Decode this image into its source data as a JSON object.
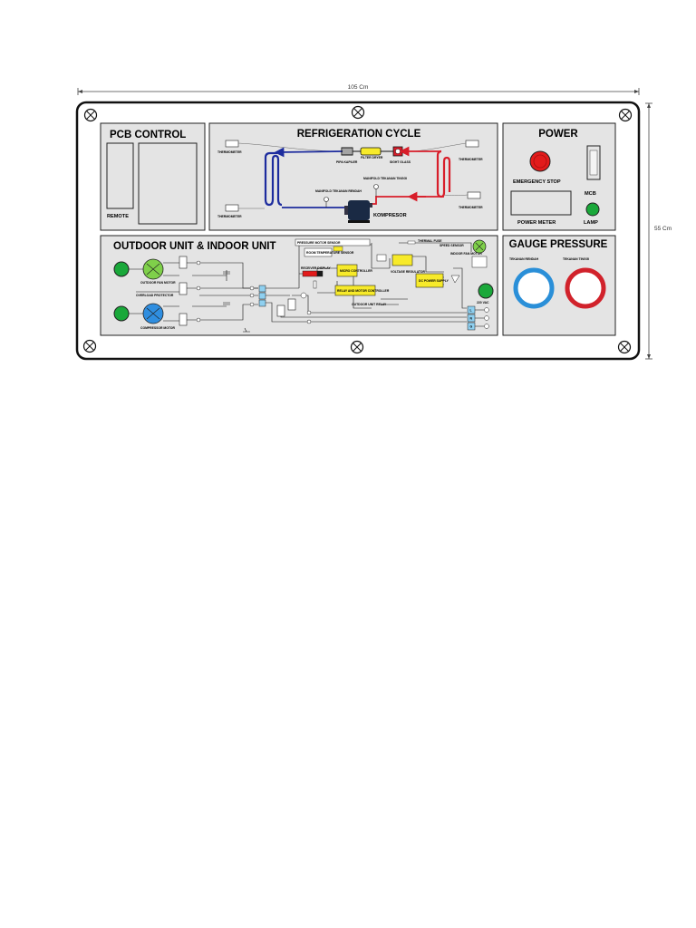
{
  "dimensions": {
    "width_label": "105 Cm",
    "height_label": "55 Cm"
  },
  "pcb_control": {
    "title": "PCB CONTROL",
    "remote_label": "REMOTE"
  },
  "refrigeration": {
    "title": "REFRIGERATION CYCLE",
    "thermometer_label": "THERMOMETER",
    "pipa_kapiler": "PIPA KAPILER",
    "filter_dryer": "FILTER DRYER",
    "sight_glass": "SIGHT GLASS",
    "manifold_low": "MANIFOLD TEKANAN RENDAH",
    "manifold_high": "MANIFOLD TEKANAN TINGGI",
    "kompresor": "KOMPRESOR"
  },
  "power": {
    "title": "POWER",
    "emergency_stop": "EMERGENCY STOP",
    "mcb": "MCB",
    "power_meter": "POWER METER",
    "lamp": "LAMP"
  },
  "outdoor_indoor": {
    "title": "OUTDOOR UNIT & INDOOR UNIT",
    "outdoor_fan_motor": "OUTDOOR FAN MOTOR",
    "overload_protector": "OVERLOAD PROTECTOR",
    "compressor_motor": "COMPRESSOR MOTOR",
    "pressure_motor_sensor": "PRESSURE MOTOR SENSOR",
    "room_temp_sensor": "ROOM TEMPERATURE SENSOR",
    "receiver_display": "RECEIVER DISPLAY",
    "micro_controller": "MICRO CONTROLLER",
    "relay_fan_motor": "RELAY AND MOTOR CONTROLLER",
    "outdoor_relay": "OUTDOOR UNIT RELAY",
    "thermal_fuse": "THERMAL FUSE",
    "speed_sensor": "SPEED SENSOR",
    "indoor_fan_motor": "INDOOR FAN MOTOR",
    "voltage_regulator": "VOLTAGE REGULATOR",
    "dc_power_supply": "DC POWER SUPPLY",
    "supply_voltage": "220 VAC",
    "terminal_labels": [
      "L",
      "N",
      "G"
    ]
  },
  "gauge": {
    "title": "GAUGE PRESSURE",
    "low_label": "TEKANAN RENDAH",
    "high_label": "TEKANAN TINGGI",
    "low_color": "#2a8fd8",
    "high_color": "#d1222b"
  },
  "colors": {
    "panel": "#e4e4e4",
    "emergency": "#e21b1b",
    "indicator_green": "#1aa83a",
    "pipe_low": "#1d2c9e",
    "pipe_high": "#d81e2a",
    "fan_motor": "#7fd04a",
    "compressor_motor": "#2f8ee0",
    "controller_yellow": "#f7ea2a"
  }
}
